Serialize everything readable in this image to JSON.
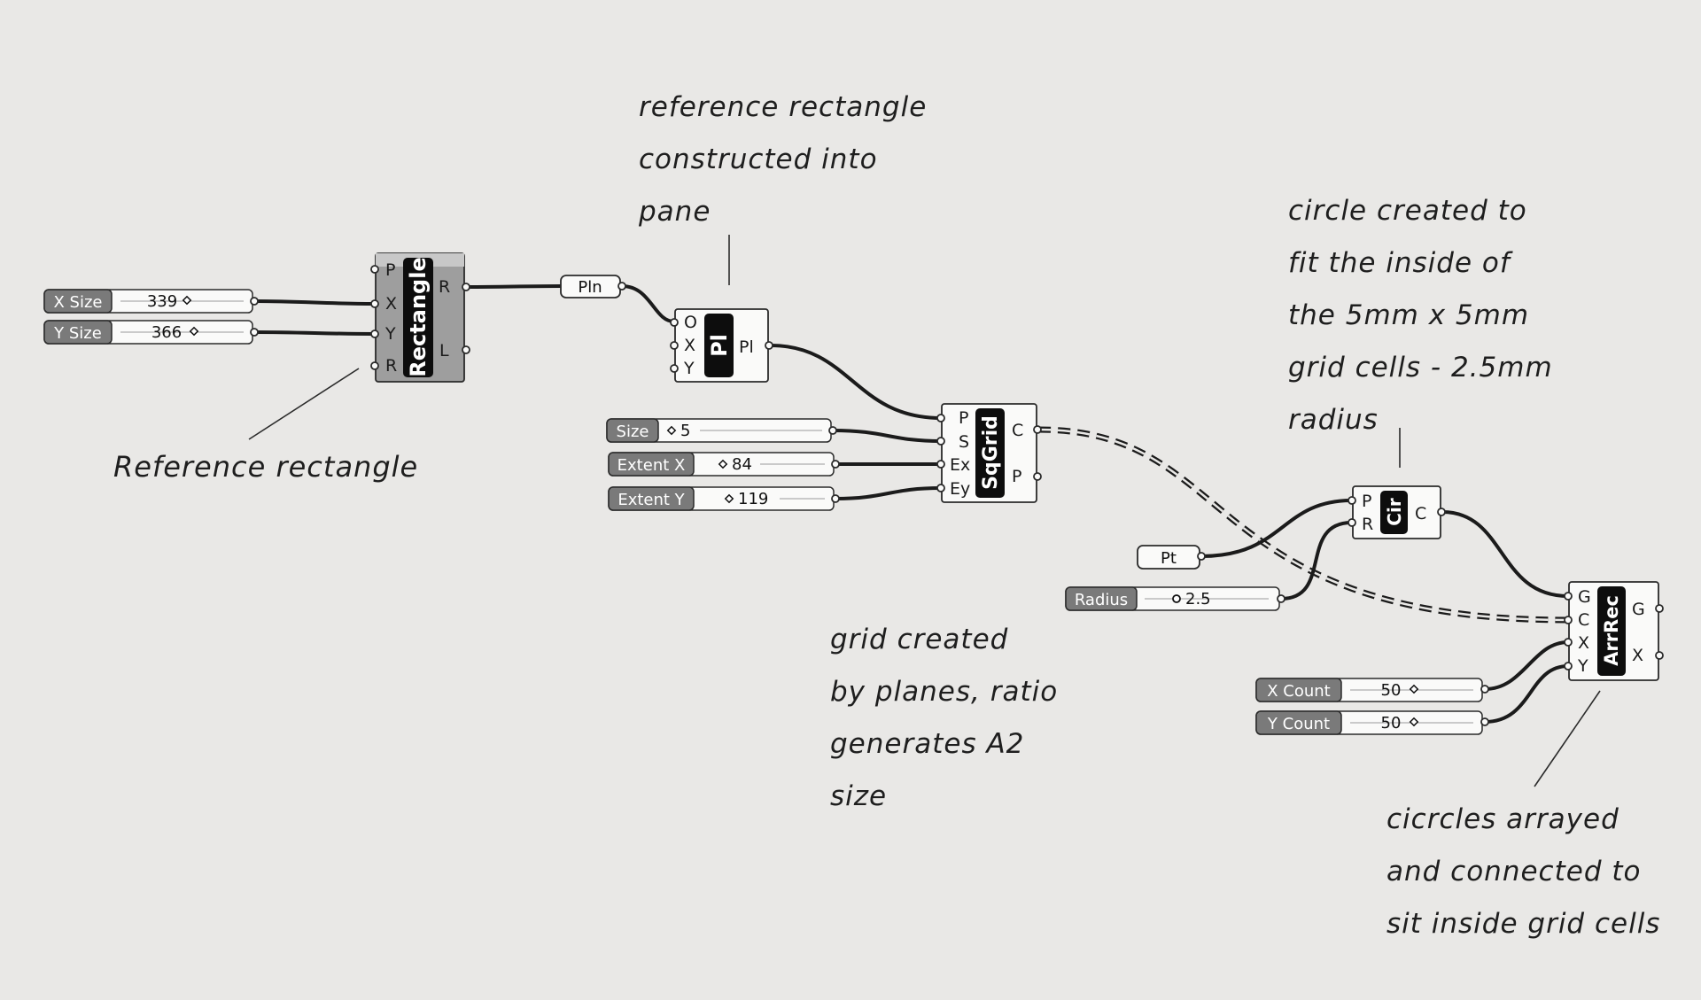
{
  "sliders": [
    {
      "id": "xsize",
      "label": "X Size",
      "value": "339"
    },
    {
      "id": "ysize",
      "label": "Y Size",
      "value": "366"
    },
    {
      "id": "size",
      "label": "Size",
      "value": "5"
    },
    {
      "id": "extentx",
      "label": "Extent X",
      "value": "84"
    },
    {
      "id": "extenty",
      "label": "Extent Y",
      "value": "119"
    },
    {
      "id": "radius",
      "label": "Radius",
      "value": "2.5"
    },
    {
      "id": "xcount",
      "label": "X Count",
      "value": "50"
    },
    {
      "id": "ycount",
      "label": "Y Count",
      "value": "50"
    }
  ],
  "components": {
    "rectangle": {
      "nickname": "Rectangle",
      "inputs": [
        "P",
        "X",
        "Y",
        "R"
      ],
      "outputs": [
        "R",
        "L"
      ]
    },
    "plane": {
      "nickname": "Pl",
      "inputs": [
        "O",
        "X",
        "Y"
      ],
      "outputs": [
        "Pl"
      ]
    },
    "sqgrid": {
      "nickname": "SqGrid",
      "inputs": [
        "P",
        "S",
        "Ex",
        "Ey"
      ],
      "outputs": [
        "C",
        "P"
      ]
    },
    "circle": {
      "nickname": "Cir",
      "inputs": [
        "P",
        "R"
      ],
      "outputs": [
        "C"
      ]
    },
    "arrrec": {
      "nickname": "ArrRec",
      "inputs": [
        "G",
        "C",
        "X",
        "Y"
      ],
      "outputs": [
        "G",
        "X"
      ]
    }
  },
  "params": {
    "pln": "Pln",
    "pt": "Pt"
  },
  "annotations": {
    "reference_rectangle": [
      "Reference rectangle"
    ],
    "plane_note": [
      "reference rectangle",
      "constructed into",
      "pane"
    ],
    "circle_note": [
      "circle created to",
      "fit the inside of",
      "the 5mm x 5mm",
      "grid cells - 2.5mm",
      "radius"
    ],
    "grid_note": [
      "grid created",
      "by planes, ratio",
      "generates A2",
      "size"
    ],
    "array_note": [
      "cicrcles arrayed",
      "and connected to",
      "sit inside grid cells"
    ]
  }
}
